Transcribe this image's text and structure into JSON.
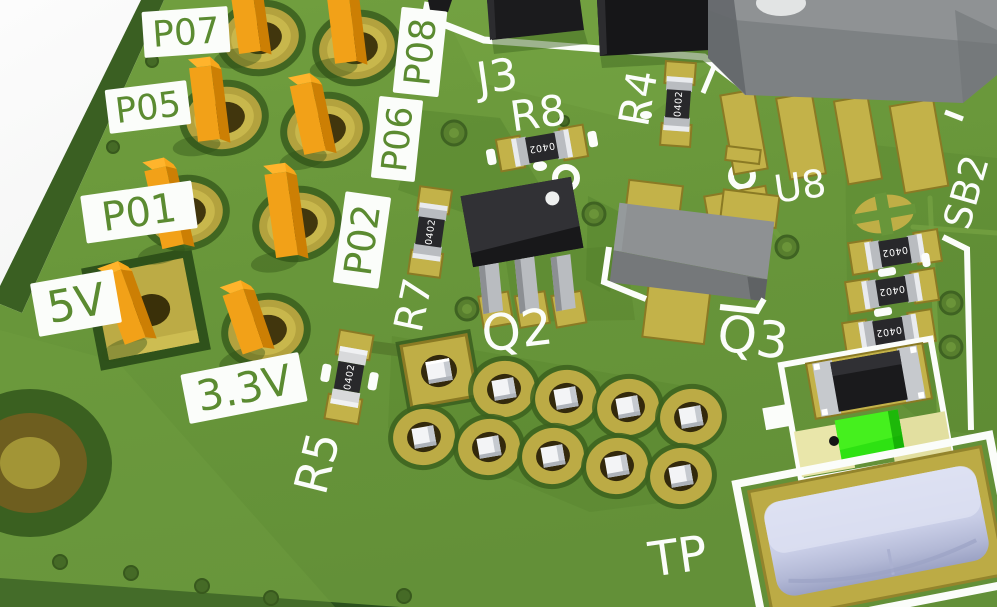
{
  "labels": {
    "j3": "J3",
    "r8": "R8",
    "r4": "R4",
    "u8": "U8",
    "sb2": "SB2",
    "q2": "Q2",
    "q3": "Q3",
    "r7": "R7",
    "r5": "R5",
    "tp": "TP",
    "p01": "P01",
    "p02": "P02",
    "p05": "P05",
    "p06": "P06",
    "p07": "P07",
    "p08": "P08",
    "pwr_5v": "5V",
    "pwr_3v3": "3.3V"
  },
  "markings": {
    "resistor_0402": "0402"
  },
  "colors": {
    "background": "#f2f2f1",
    "board_green": "#68963a",
    "board_pour_dark": "#4e7a28",
    "board_edge": "#3a5f22",
    "board_edge_dark": "#2b511d",
    "silkscreen": "#fbfdfa",
    "silk_text_green": "#5b8b31",
    "pad_gold": "#c3b249",
    "pad_gold_dark": "#8a7a24",
    "pin_orange": "#f2a118",
    "pin_orange_dark": "#cc7f04",
    "pin_orange_top": "#ffb42c",
    "component_black": "#1b1b1d",
    "component_gray": "#82868a",
    "lead_silver": "#b9bcc0",
    "led_green": "#2ee212",
    "led_pad_pale": "#e9e6aa",
    "capacitor_lavender": "#c8cde6",
    "hole_dark": "#41360d"
  }
}
